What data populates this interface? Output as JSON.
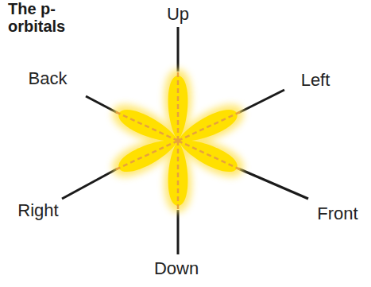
{
  "diagram": {
    "title": "The p-orbitals",
    "labels": [
      "Up",
      "Left",
      "Front",
      "Down",
      "Right",
      "Back"
    ]
  }
}
